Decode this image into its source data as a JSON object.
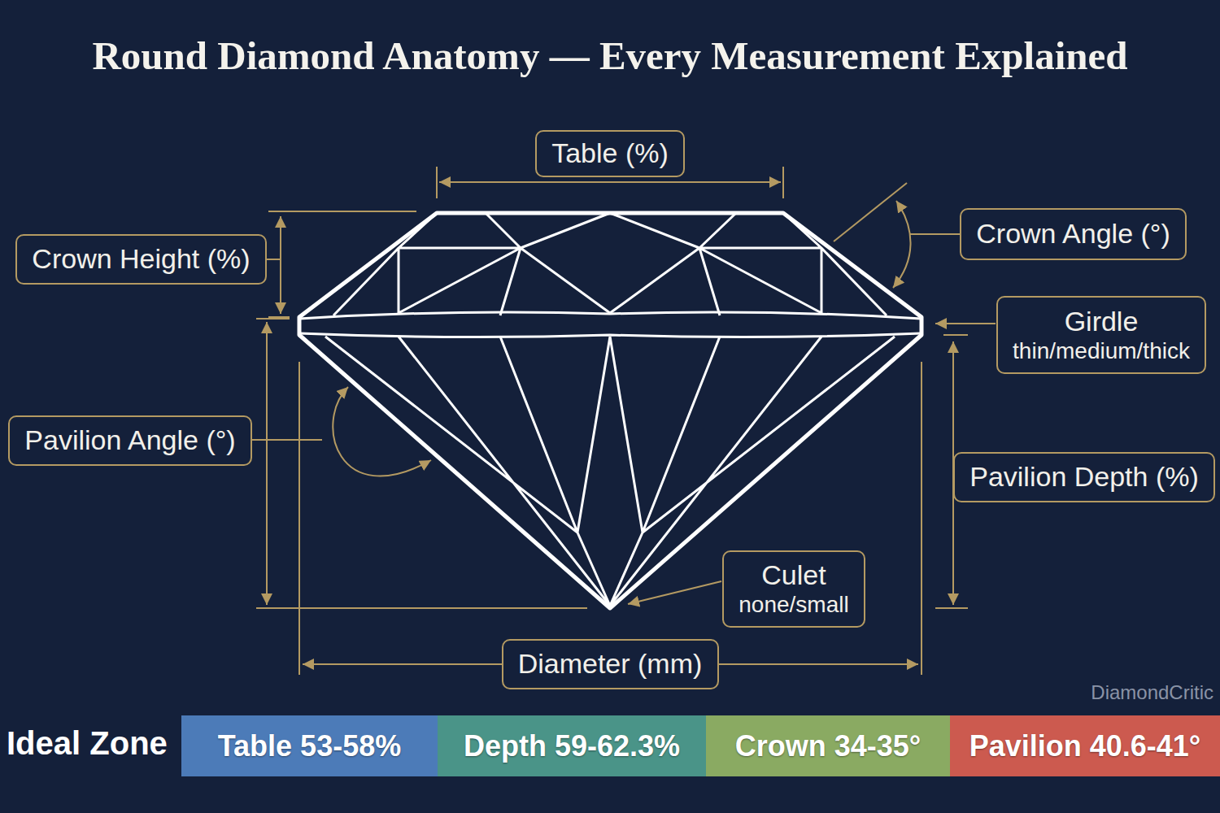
{
  "diagram": {
    "title": "Round Diamond Anatomy — Every Measurement Explained",
    "nodes": [
      {
        "text": [
          "Table (%)"
        ]
      },
      {
        "text": [
          "Crown Angle (°)"
        ]
      },
      {
        "text": [
          "Crown Height (%)"
        ]
      },
      {
        "text": [
          "Girdle",
          "thin/medium/thick"
        ]
      },
      {
        "text": [
          "Pavilion Angle (°)"
        ]
      },
      {
        "text": [
          "Pavilion Depth (%)"
        ]
      },
      {
        "text": [
          "Culet",
          "none/small"
        ]
      },
      {
        "text": [
          "Diameter (mm)"
        ]
      },
      {
        "text": [
          "Table 53-58%"
        ]
      },
      {
        "text": [
          "Depth 59-62.3%"
        ]
      },
      {
        "text": [
          "Crown 34-35°"
        ]
      },
      {
        "text": [
          "Pavilion 40.6-41°"
        ]
      }
    ],
    "labels": [
      "Ideal Zone",
      "DiamondCritic"
    ]
  }
}
